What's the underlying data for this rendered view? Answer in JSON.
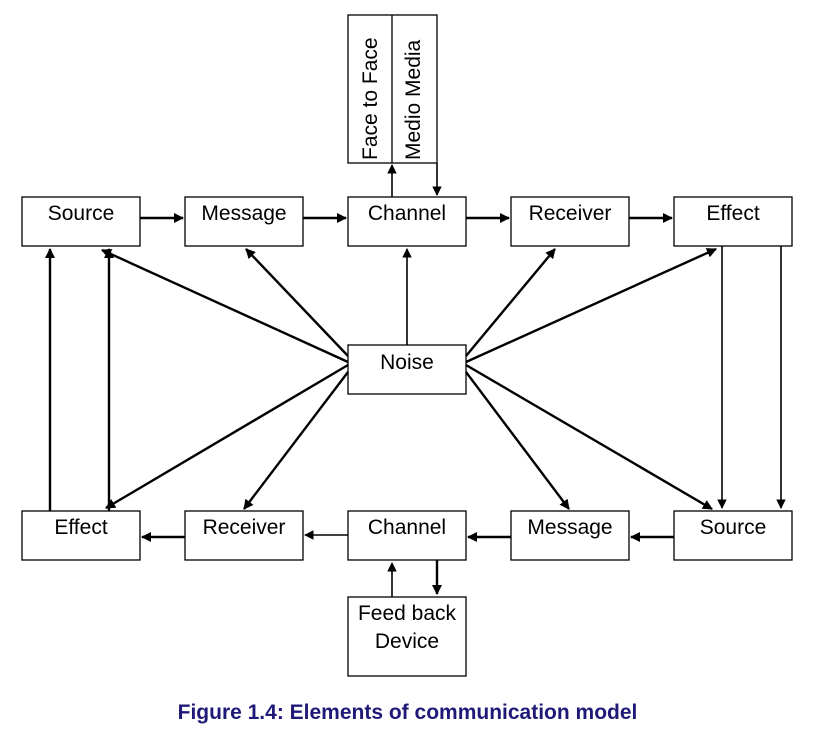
{
  "nodes": {
    "source_top": "Source",
    "message_top": "Message",
    "channel_top": "Channel",
    "receiver_top": "Receiver",
    "effect_top": "Effect",
    "face_to_face": "Face to Face",
    "medio_media": "Medio Media",
    "noise": "Noise",
    "effect_bottom": "Effect",
    "receiver_bottom": "Receiver",
    "channel_bottom": "Channel",
    "message_bottom": "Message",
    "source_bottom": "Source",
    "feedback_line1": "Feed back",
    "feedback_line2": "Device"
  },
  "caption": "Figure 1.4: Elements of communication model",
  "colors": {
    "caption": "#1f1a78",
    "lines": "#000000"
  }
}
